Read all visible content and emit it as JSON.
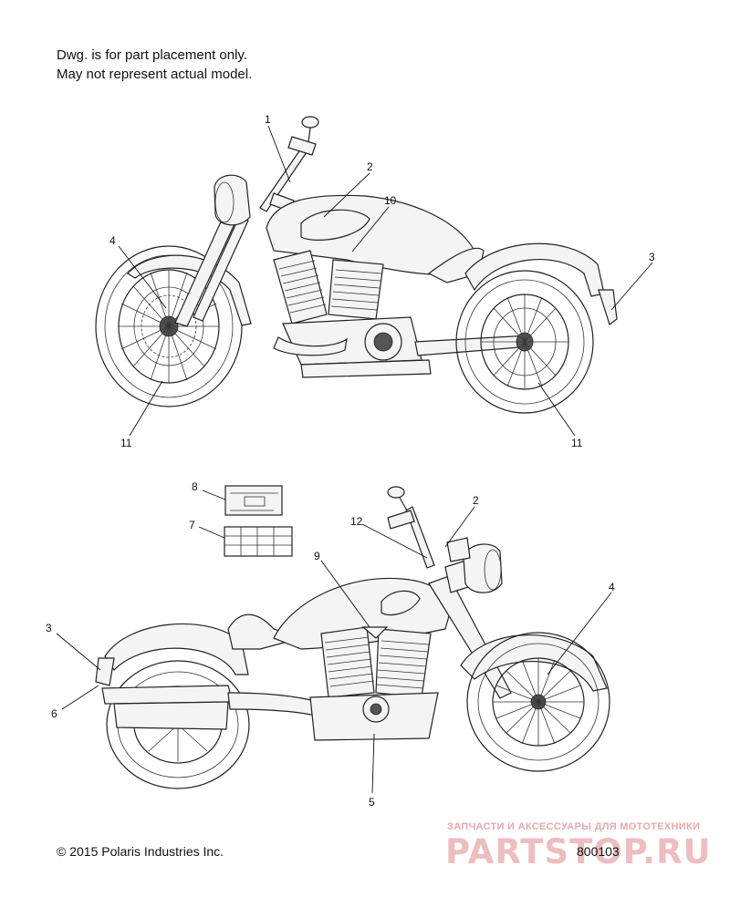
{
  "notes": {
    "line1": "Dwg. is for part placement only.",
    "line2": "May not represent actual model."
  },
  "callouts": {
    "top_1": "1",
    "top_2": "2",
    "top_10": "10",
    "top_4": "4",
    "top_3": "3",
    "top_11_left": "11",
    "top_11_right": "11",
    "bottom_8": "8",
    "bottom_7": "7",
    "bottom_2": "2",
    "bottom_12": "12",
    "bottom_9": "9",
    "bottom_4": "4",
    "bottom_3": "3",
    "bottom_6": "6",
    "bottom_5": "5"
  },
  "footer": {
    "copyright": "© 2015 Polaris Industries Inc.",
    "drawing_number": "800103"
  },
  "watermark": {
    "tagline": "ЗАПЧАСТИ И АКСЕССУАРЫ ДЛЯ МОТОТЕХНИКИ",
    "logo": "PARTSTOP.RU"
  }
}
